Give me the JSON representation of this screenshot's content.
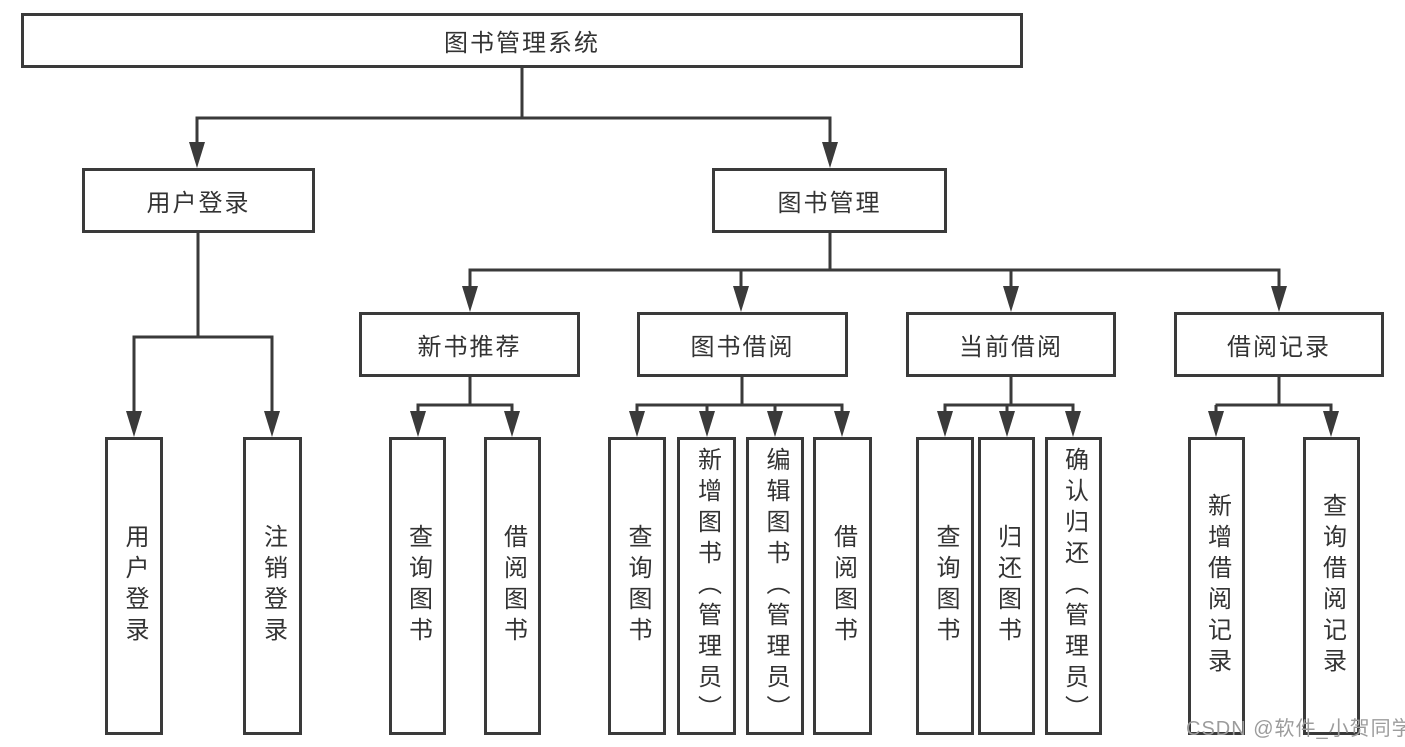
{
  "diagram": {
    "tree": {
      "root": {
        "label": "图书管理系统"
      },
      "user_login": {
        "label": "用户登录",
        "children": {
          "login": {
            "label": "用户登录"
          },
          "logout": {
            "label": "注销登录"
          }
        }
      },
      "book_mgmt": {
        "label": "图书管理",
        "children": {
          "new_book_rec": {
            "label": "新书推荐",
            "children": {
              "query": {
                "label": "查询图书"
              },
              "borrow": {
                "label": "借阅图书"
              }
            }
          },
          "book_borrow": {
            "label": "图书借阅",
            "children": {
              "query": {
                "label": "查询图书"
              },
              "add": {
                "label": "新增图书（管理员）"
              },
              "edit": {
                "label": "编辑图书（管理员）"
              },
              "borrow": {
                "label": "借阅图书"
              }
            }
          },
          "current_borrow": {
            "label": "当前借阅",
            "children": {
              "query": {
                "label": "查询图书"
              },
              "return": {
                "label": "归还图书"
              },
              "confirm": {
                "label": "确认归还（管理员）"
              }
            }
          },
          "borrow_records": {
            "label": "借阅记录",
            "children": {
              "add": {
                "label": "新增借阅记录"
              },
              "query": {
                "label": "查询借阅记录"
              }
            }
          }
        }
      }
    },
    "colors": {
      "line": "#3a3a3a",
      "box_border": "#3a3a3a",
      "text": "#333333",
      "background": "#ffffff",
      "watermark": "#9c9c9c"
    }
  },
  "watermark": {
    "text": "CSDN @软件_小贺同学"
  }
}
